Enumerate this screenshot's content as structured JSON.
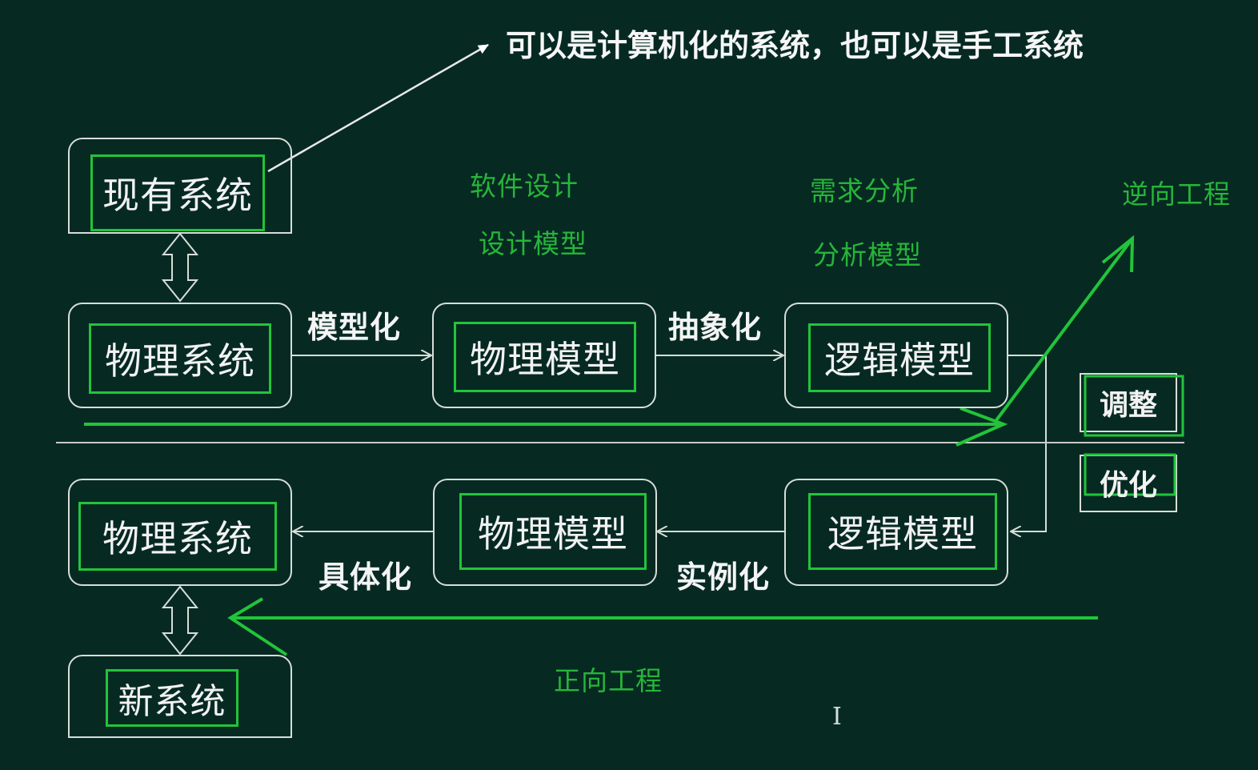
{
  "note": "可以是计算机化的系统，也可以是手工系统",
  "top_row": {
    "existing_system": "现有系统",
    "physical_system": "物理系统",
    "physical_model": "物理模型",
    "logical_model": "逻辑模型",
    "modeling_label": "模型化",
    "abstraction_label": "抽象化"
  },
  "bottom_row": {
    "physical_system": "物理系统",
    "physical_model": "物理模型",
    "logical_model": "逻辑模型",
    "concretize_label": "具体化",
    "instantiate_label": "实例化",
    "new_system": "新系统"
  },
  "annotations": {
    "software_design": "软件设计",
    "design_model": "设计模型",
    "requirements_analysis": "需求分析",
    "analysis_model": "分析模型",
    "reverse_engineering": "逆向工程",
    "forward_engineering": "正向工程"
  },
  "side": {
    "adjust": "调整",
    "optimize": "优化"
  },
  "colors": {
    "background": "#062a22",
    "accent_green": "#22c43a",
    "line_white": "#d8ddd8"
  }
}
